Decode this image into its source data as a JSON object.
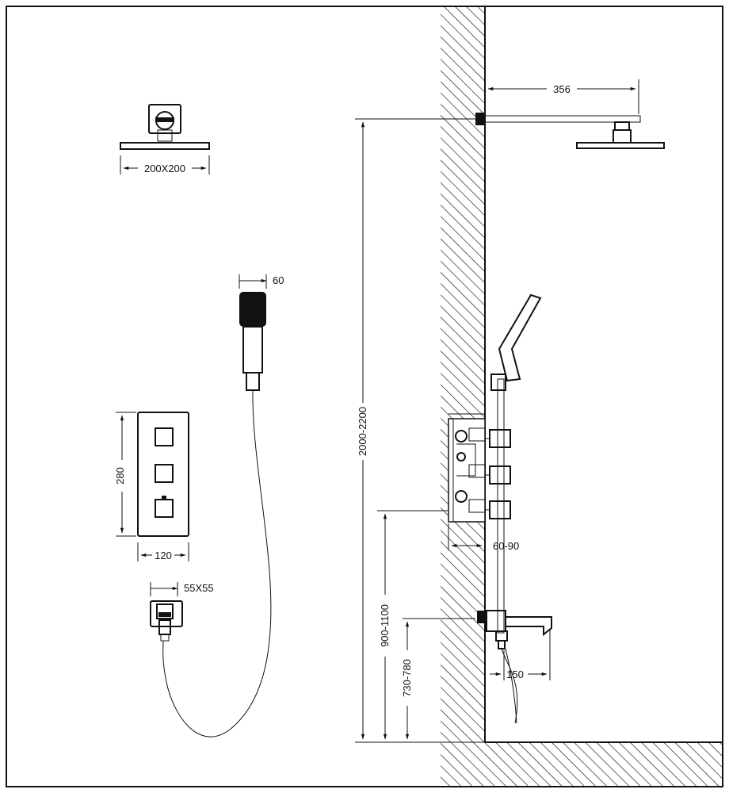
{
  "dimensions": {
    "head_size": "200X200",
    "arm_length": "356",
    "handheld_width": "60",
    "plate_height": "280",
    "plate_width": "120",
    "outlet_size": "55X55",
    "install_height": "2000-2200",
    "valve_depth": "60-90",
    "valve_height": "900-1100",
    "spout_height": "730-780",
    "spout_length": "150"
  },
  "colors": {
    "line": "#111111",
    "background": "#ffffff"
  }
}
